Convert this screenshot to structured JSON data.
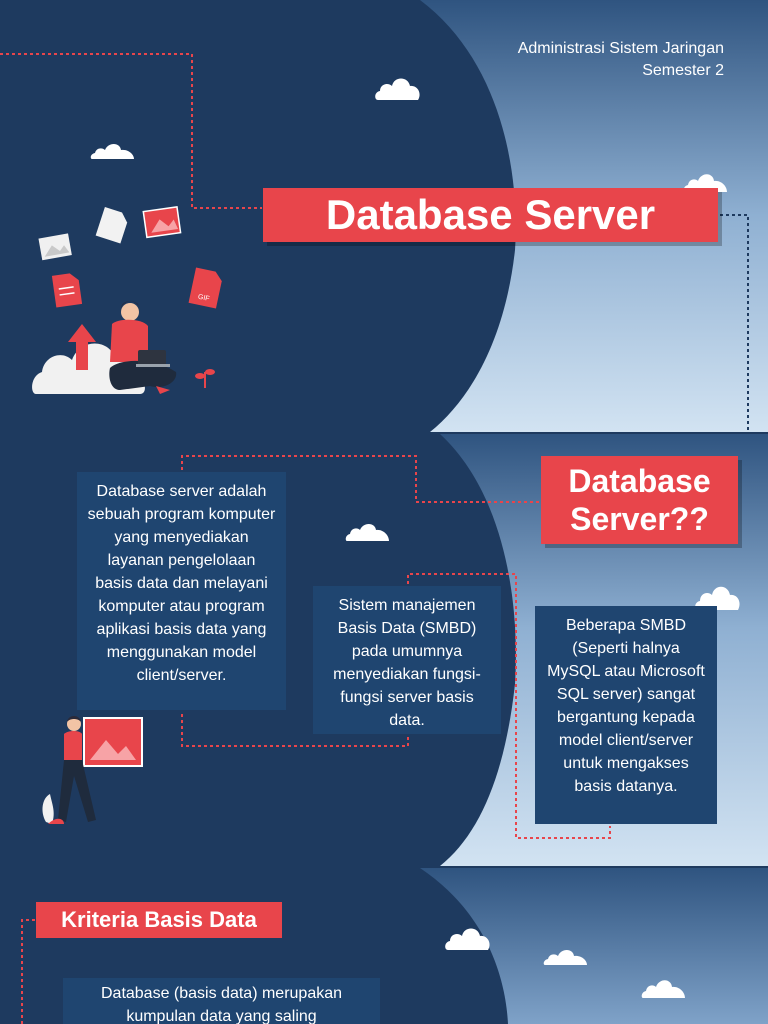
{
  "slide1": {
    "course": "Administrasi Sistem Jaringan",
    "semester": "Semester 2",
    "title": "Database Server",
    "gif_label": "GIF"
  },
  "slide2": {
    "title_line1": "Database",
    "title_line2": "Server??",
    "card1": "Database server adalah sebuah program komputer yang menyediakan layanan pengelolaan basis data dan melayani komputer atau program aplikasi basis data yang menggunakan model client/server.",
    "card2": "Sistem manajemen Basis Data (SMBD) pada umumnya menyediakan fungsi-fungsi server basis data.",
    "card3": "Beberapa SMBD (Seperti halnya MySQL atau Microsoft SQL server) sangat bergantung kepada model client/server untuk mengakses basis datanya."
  },
  "slide3": {
    "title": "Kriteria Basis Data",
    "card1": "Database (basis data) merupakan kumpulan data yang saling"
  },
  "colors": {
    "navy": "#1e3a5f",
    "accent_red": "#e8454b",
    "card_bg": "#1f4570",
    "sky_light": "#c8dcee"
  }
}
